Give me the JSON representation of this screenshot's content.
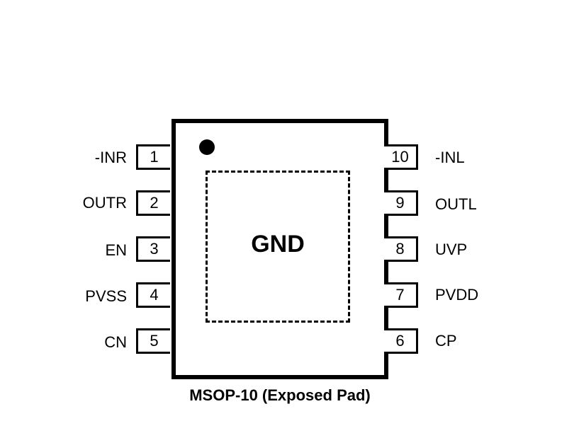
{
  "package": {
    "caption": "MSOP-10 (Exposed Pad)",
    "exposed_pad_label": "GND"
  },
  "pins_left": [
    {
      "number": "1",
      "name": "-INR"
    },
    {
      "number": "2",
      "name": "OUTR"
    },
    {
      "number": "3",
      "name": "EN"
    },
    {
      "number": "4",
      "name": "PVSS"
    },
    {
      "number": "5",
      "name": "CN"
    }
  ],
  "pins_right": [
    {
      "number": "10",
      "name": "-INL"
    },
    {
      "number": "9",
      "name": "OUTL"
    },
    {
      "number": "8",
      "name": "UVP"
    },
    {
      "number": "7",
      "name": "PVDD"
    },
    {
      "number": "6",
      "name": "CP"
    }
  ],
  "colors": {
    "outline": "#000000",
    "background": "#ffffff"
  }
}
